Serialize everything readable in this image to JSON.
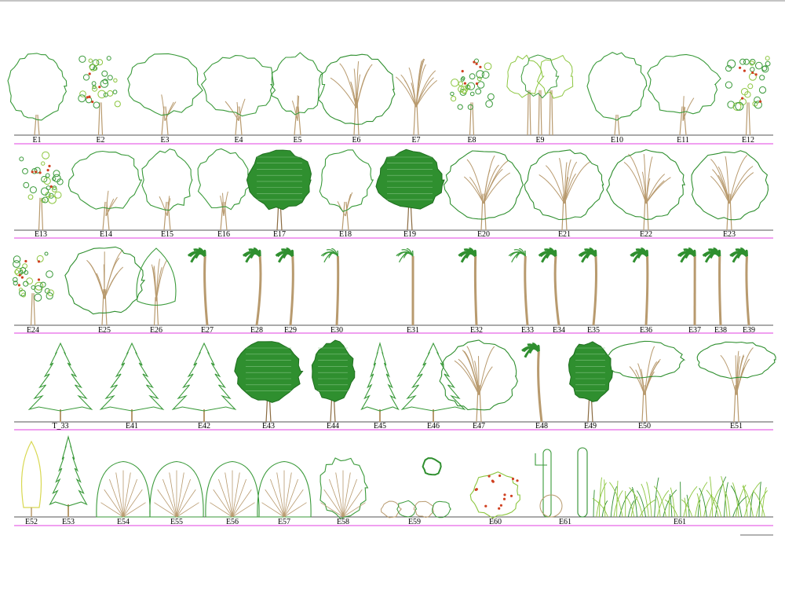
{
  "sheet": {
    "colors": {
      "ground": "#555555",
      "rule": "#e040e0",
      "outline": "#3a9a3a",
      "foliage": "#2f8f2f",
      "foliage_light": "#8cc63f",
      "trunk": "#b89a6e",
      "yellow": "#d8d850",
      "flower": "#d04020"
    }
  },
  "rows": [
    {
      "items": [
        {
          "label": "E1",
          "kind": "round"
        },
        {
          "label": "E2",
          "kind": "leafy"
        },
        {
          "label": "E3",
          "kind": "outline-wide"
        },
        {
          "label": "E4",
          "kind": "outline-wide"
        },
        {
          "label": "E5",
          "kind": "outline"
        },
        {
          "label": "E6",
          "kind": "branchy"
        },
        {
          "label": "E7",
          "kind": "bare"
        },
        {
          "label": "E8",
          "kind": "leafy"
        },
        {
          "label": "E9",
          "kind": "multi"
        },
        {
          "label": "E10",
          "kind": "round"
        },
        {
          "label": "E11",
          "kind": "outline-wide"
        },
        {
          "label": "E12",
          "kind": "leafy"
        }
      ]
    },
    {
      "items": [
        {
          "label": "E13",
          "kind": "leafy"
        },
        {
          "label": "E14",
          "kind": "outline-wide"
        },
        {
          "label": "E15",
          "kind": "outline"
        },
        {
          "label": "E16",
          "kind": "outline"
        },
        {
          "label": "E17",
          "kind": "filled"
        },
        {
          "label": "E18",
          "kind": "outline"
        },
        {
          "label": "E19",
          "kind": "filled"
        },
        {
          "label": "E20",
          "kind": "branchy"
        },
        {
          "label": "E21",
          "kind": "branchy"
        },
        {
          "label": "E22",
          "kind": "branchy"
        },
        {
          "label": "E23",
          "kind": "branchy"
        }
      ]
    },
    {
      "items": [
        {
          "label": "E24",
          "kind": "leafy"
        },
        {
          "label": "E25",
          "kind": "branchy"
        },
        {
          "label": "E26",
          "kind": "oval"
        },
        {
          "label": "E27",
          "kind": "palm"
        },
        {
          "label": "E28",
          "kind": "palm"
        },
        {
          "label": "E29",
          "kind": "palm"
        },
        {
          "label": "E30",
          "kind": "palm-outline"
        },
        {
          "label": "E31",
          "kind": "palm-outline"
        },
        {
          "label": "E32",
          "kind": "palm"
        },
        {
          "label": "E33",
          "kind": "palm-outline"
        },
        {
          "label": "E34",
          "kind": "palm"
        },
        {
          "label": "E35",
          "kind": "palm"
        },
        {
          "label": "E36",
          "kind": "palm"
        },
        {
          "label": "E37",
          "kind": "palm"
        },
        {
          "label": "E38",
          "kind": "palm"
        },
        {
          "label": "E39",
          "kind": "palm"
        }
      ]
    },
    {
      "items": [
        {
          "label": "T_33",
          "kind": "conifer-outline"
        },
        {
          "label": "E41",
          "kind": "conifer-outline"
        },
        {
          "label": "E42",
          "kind": "conifer-outline"
        },
        {
          "label": "E43",
          "kind": "filled"
        },
        {
          "label": "E44",
          "kind": "filled-oval"
        },
        {
          "label": "E45",
          "kind": "conifer"
        },
        {
          "label": "E46",
          "kind": "conifer-outline"
        },
        {
          "label": "E47",
          "kind": "branchy"
        },
        {
          "label": "E48",
          "kind": "palm"
        },
        {
          "label": "E49",
          "kind": "filled-oval"
        },
        {
          "label": "E50",
          "kind": "umbrella"
        },
        {
          "label": "E51",
          "kind": "umbrella"
        }
      ]
    },
    {
      "items": [
        {
          "label": "E52",
          "kind": "cypress"
        },
        {
          "label": "E53",
          "kind": "conifer"
        },
        {
          "label": "E54",
          "kind": "shrub"
        },
        {
          "label": "E55",
          "kind": "shrub"
        },
        {
          "label": "E56",
          "kind": "shrub"
        },
        {
          "label": "E57",
          "kind": "shrub"
        },
        {
          "label": "E58",
          "kind": "shrub-round"
        },
        {
          "label": "E59",
          "kind": "shrubs-low"
        },
        {
          "label": "E60",
          "kind": "shrubs-flower"
        },
        {
          "label": "E61",
          "kind": "cactus"
        },
        {
          "label": "E61",
          "kind": "grass"
        }
      ]
    }
  ]
}
